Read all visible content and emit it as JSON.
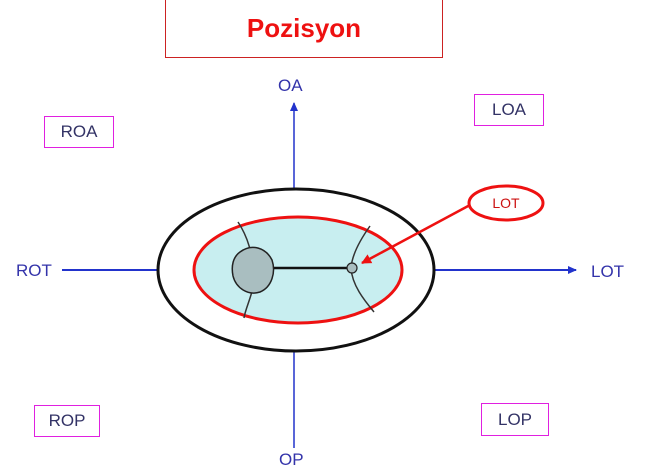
{
  "title": "Pozisyon",
  "axis_labels": {
    "top": "OA",
    "bottom": "OP",
    "left": "ROT",
    "right": "LOT"
  },
  "quadrant_labels": {
    "top_left": "ROA",
    "top_right": "LOA",
    "bottom_left": "ROP",
    "bottom_right": "LOP"
  },
  "callout": "LOT",
  "colors": {
    "title": "#ee1111",
    "axes": "#2233cc",
    "ellipse_outer": "#111111",
    "ellipse_inner": "#ee1111",
    "head_fill": "#c8eef0",
    "quadrant_border": "#e020e0"
  }
}
